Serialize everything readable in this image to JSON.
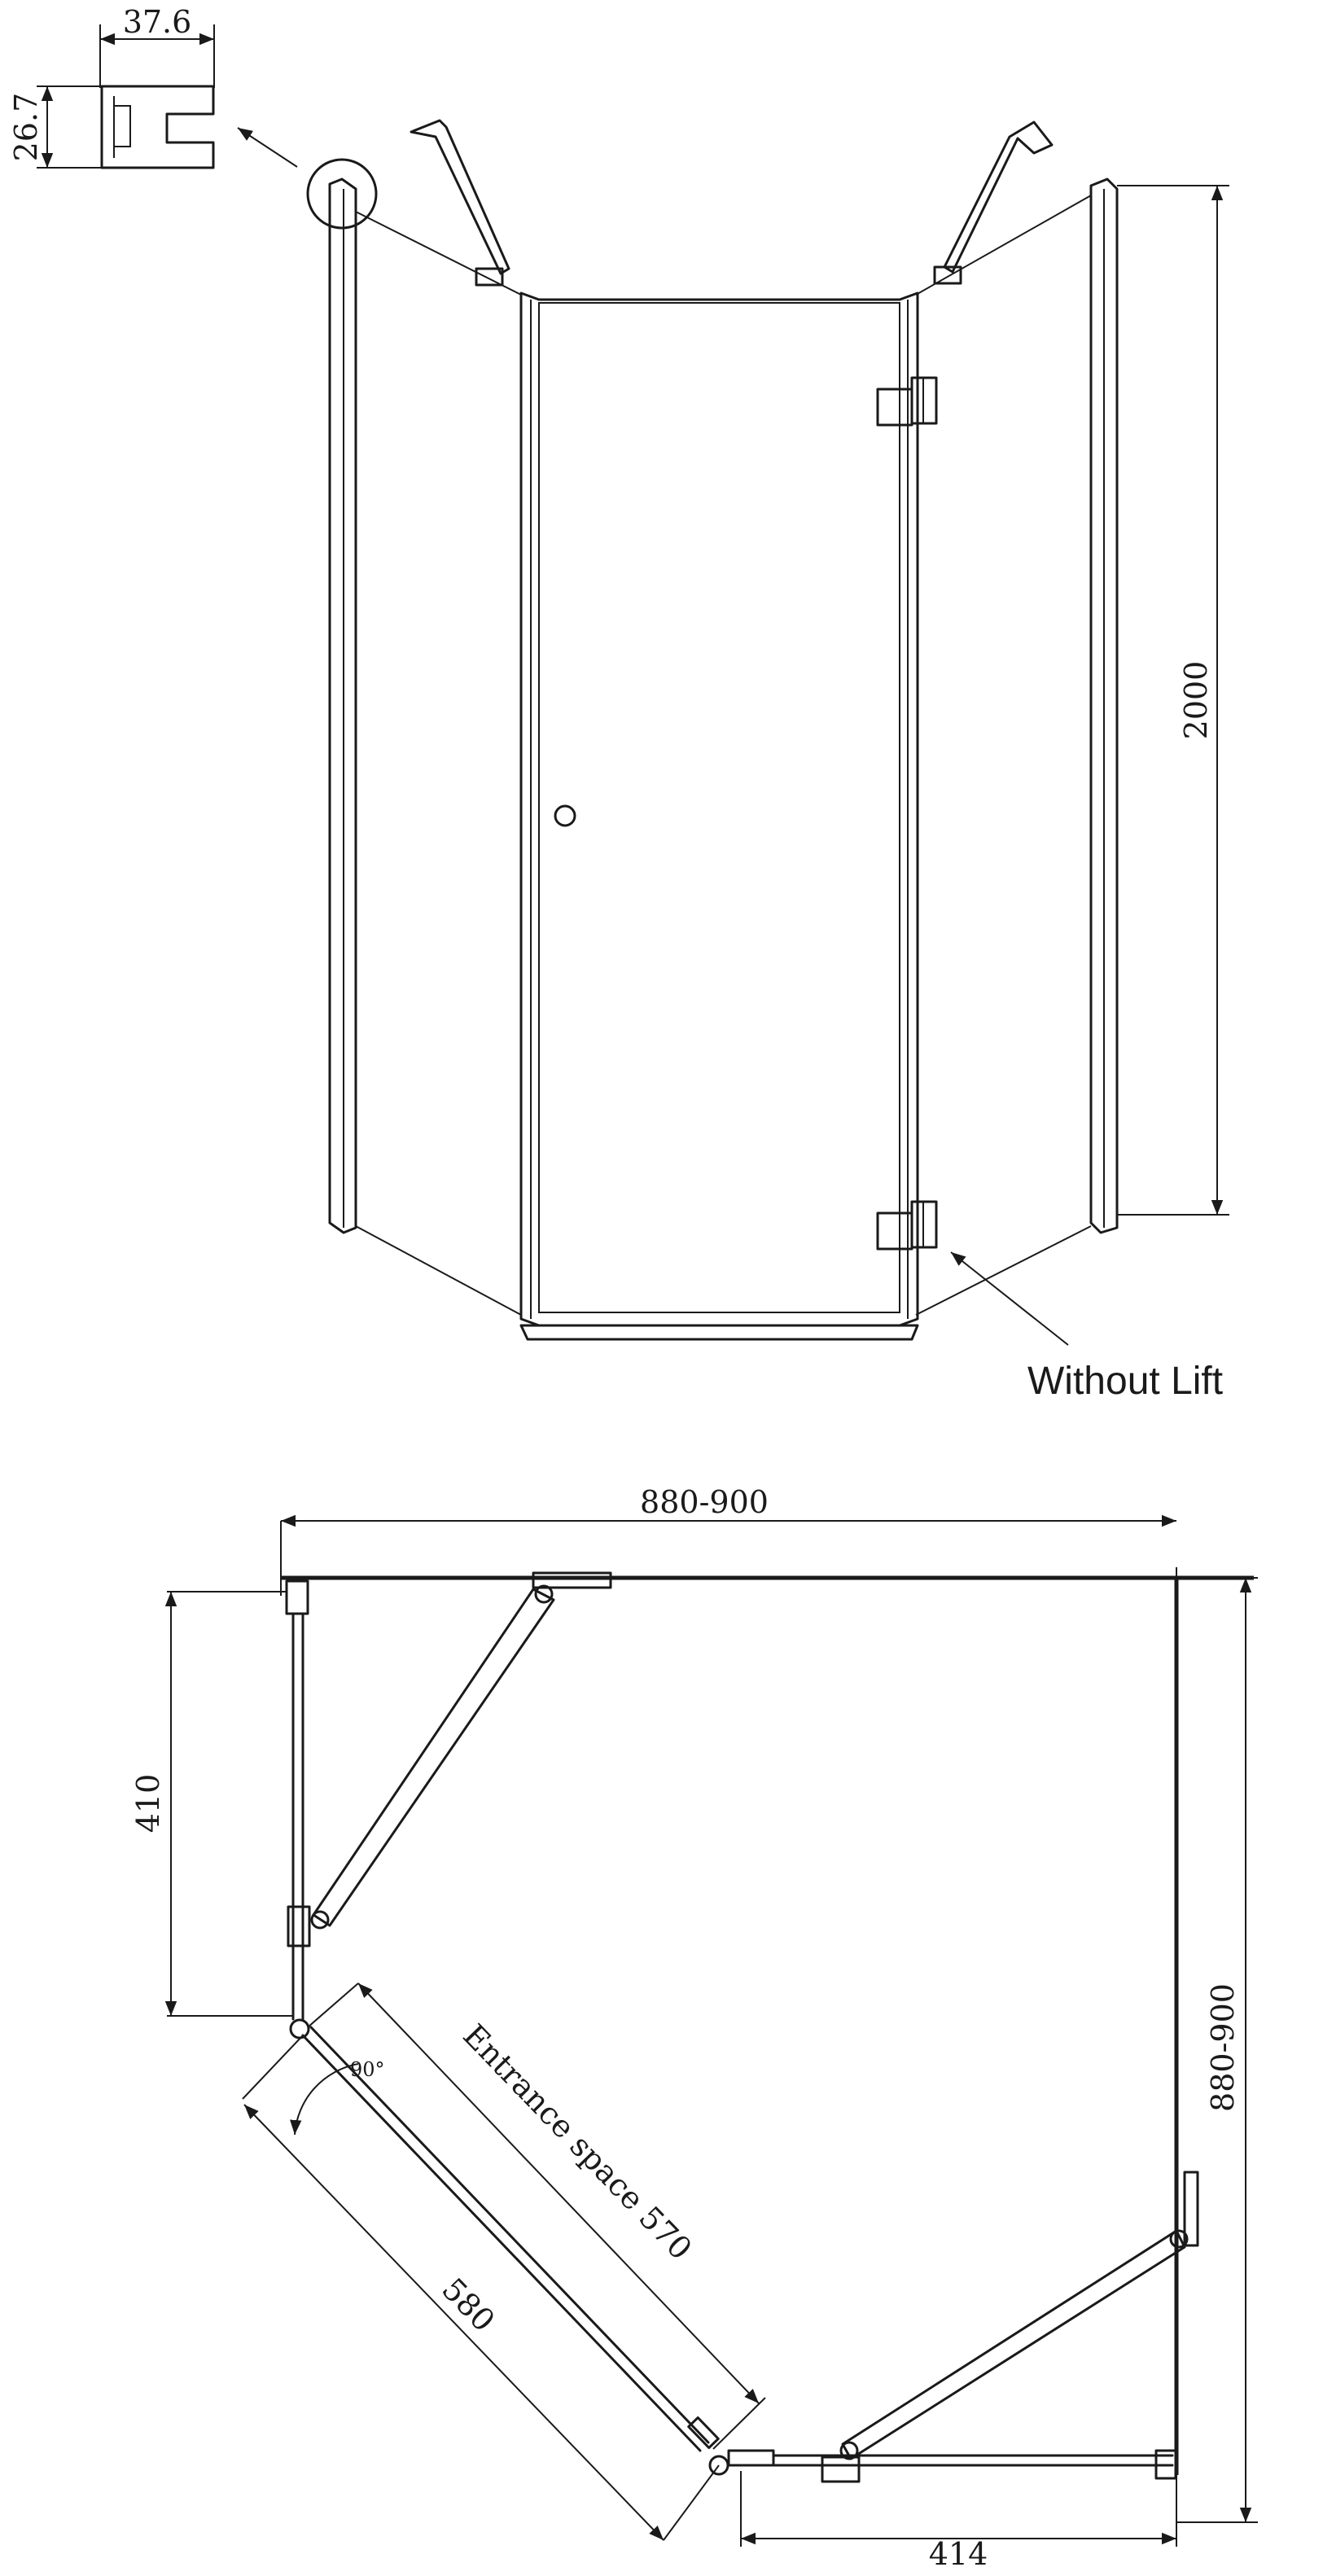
{
  "profile": {
    "width": "37.6",
    "height": "26.7"
  },
  "elevation": {
    "height": "2000",
    "note": "Without Lift"
  },
  "plan": {
    "width": "880-900",
    "depth": "880-900",
    "side_panel": "410",
    "door_width": "580",
    "entrance": "Entrance space 570",
    "angle": "90°",
    "bottom_panel": "414"
  }
}
